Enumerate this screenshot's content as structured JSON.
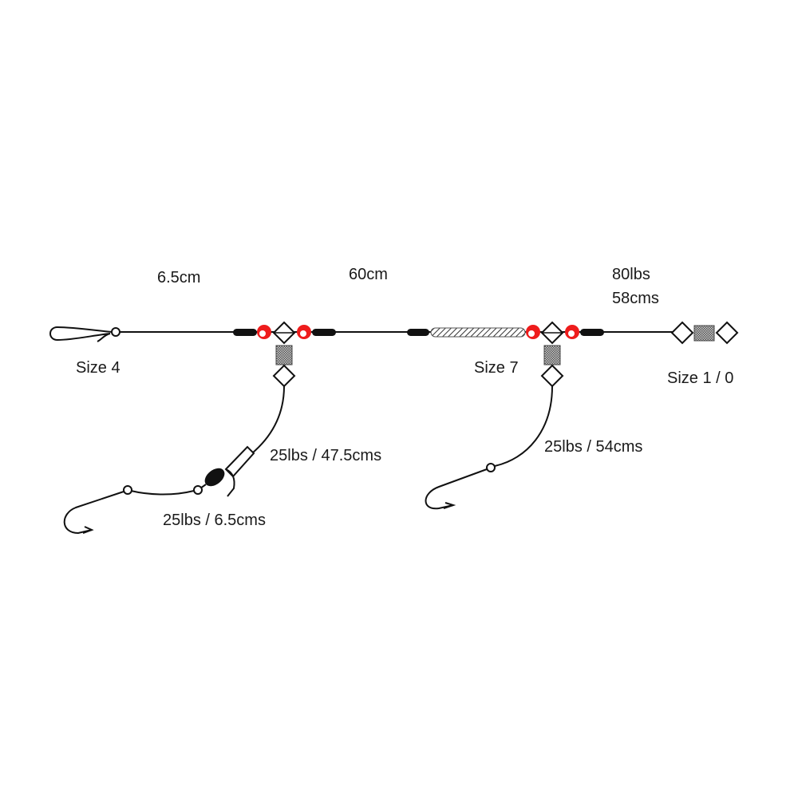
{
  "diagram": {
    "title": "Fishing rig diagram",
    "colors": {
      "line": "#111111",
      "bead": "#ee1c1c",
      "swivel_fill": "#9a9a9a",
      "background": "#ffffff"
    },
    "labels": {
      "main_top_left": "6.5cm",
      "main_top_center": "60cm",
      "main_top_right_line1": "80lbs",
      "main_top_right_line2": "58cms",
      "clip_size": "Size 4",
      "swivel_size_middle": "Size 7",
      "swivel_size_end": "Size 1 / 0",
      "dropper1_leader": "25lbs / 47.5cms",
      "dropper1_snood": "25lbs / 6.5cms",
      "dropper2_leader": "25lbs / 54cms"
    },
    "components": [
      {
        "name": "clip",
        "icon": "clip-icon"
      },
      {
        "name": "crimp",
        "icon": "crimp-icon"
      },
      {
        "name": "bead",
        "icon": "red-bead-icon"
      },
      {
        "name": "three-way-swivel",
        "icon": "swivel-icon"
      },
      {
        "name": "sleeve",
        "icon": "sleeve-icon"
      },
      {
        "name": "hook",
        "icon": "hook-icon"
      },
      {
        "name": "spinner-blade",
        "icon": "spinner-icon"
      }
    ]
  }
}
